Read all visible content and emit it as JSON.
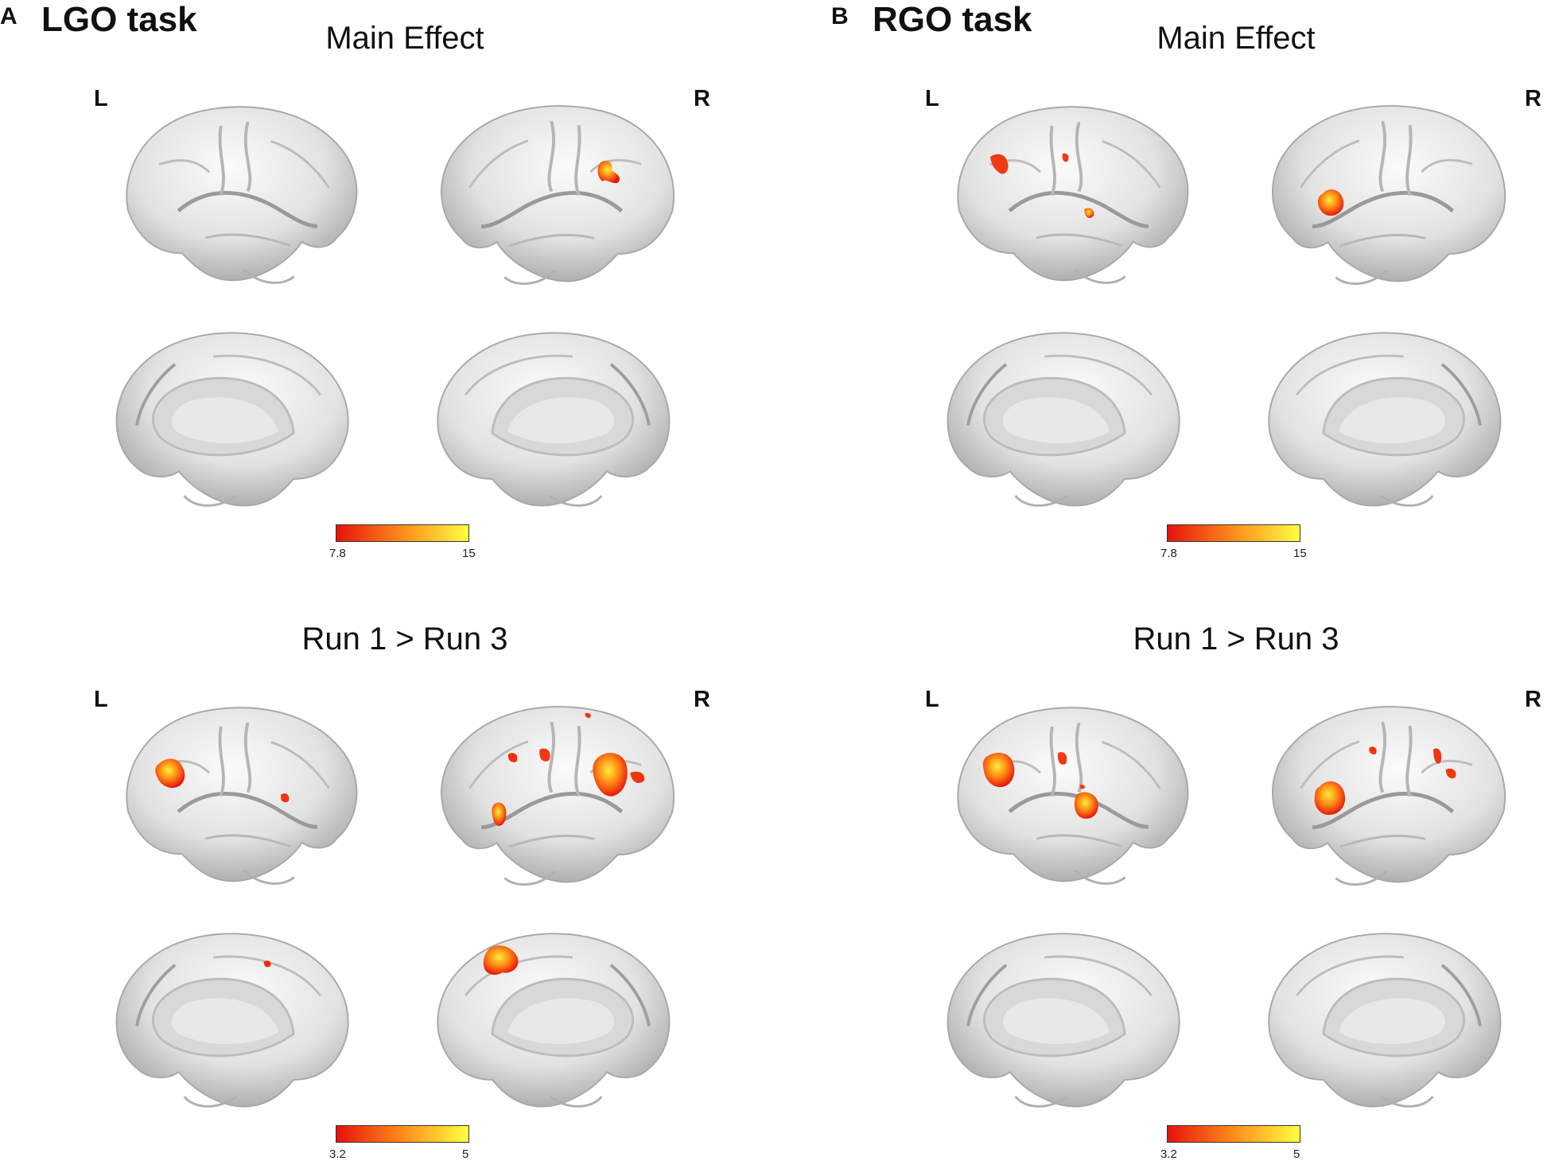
{
  "panel_a": {
    "letter": "A",
    "title": "LGO task",
    "sections": [
      {
        "title": "Main Effect",
        "left_label": "L",
        "right_label": "R",
        "colorbar": {
          "min": "7.8",
          "max": "15"
        }
      },
      {
        "title": "Run 1 > Run 3",
        "left_label": "L",
        "right_label": "R",
        "colorbar": {
          "min": "3.2",
          "max": "5"
        }
      }
    ]
  },
  "panel_b": {
    "letter": "B",
    "title": "RGO task",
    "sections": [
      {
        "title": "Main Effect",
        "left_label": "L",
        "right_label": "R",
        "colorbar": {
          "min": "7.8",
          "max": "15"
        }
      },
      {
        "title": "Run 1 > Run 3",
        "left_label": "L",
        "right_label": "R",
        "colorbar": {
          "min": "3.2",
          "max": "5"
        }
      }
    ]
  },
  "colors": {
    "cortex": "#e4e4e4",
    "cortex_shadow": "#8f8f8f",
    "activation_low": "#e6120c",
    "activation_high": "#ffff40"
  }
}
